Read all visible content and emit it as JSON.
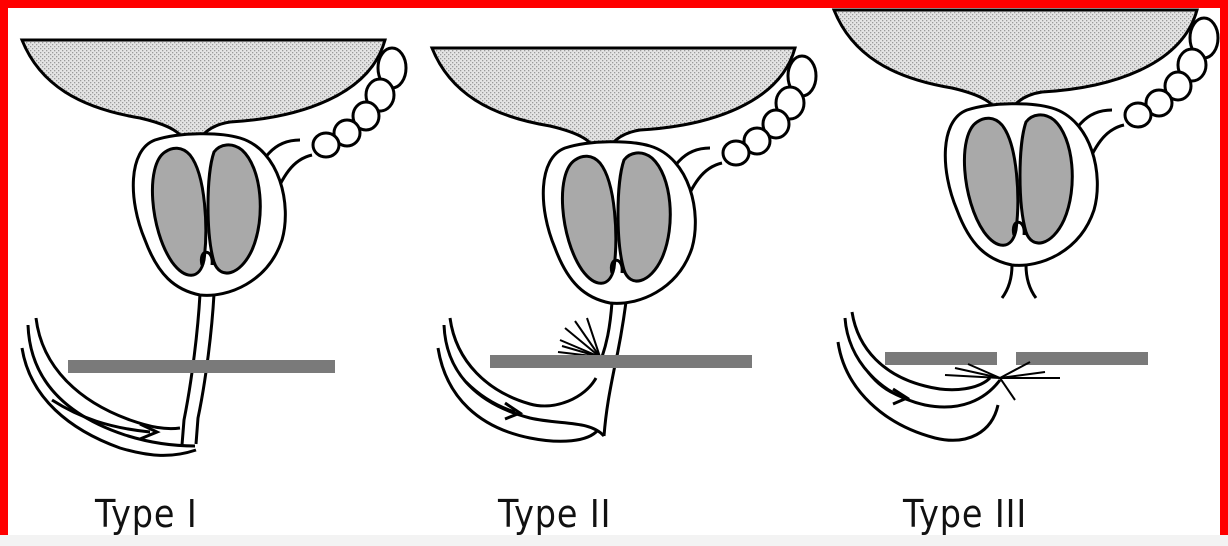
{
  "diagram": {
    "panels": [
      {
        "id": "type-1",
        "label": "Type I"
      },
      {
        "id": "type-2",
        "label": "Type II"
      },
      {
        "id": "type-3",
        "label": "Type III"
      }
    ]
  },
  "colors": {
    "frame": "#ff0000",
    "bladder_fill": "#d6d6d6",
    "prostate_fill": "#a9a9a9",
    "diaphragm": "#7a7a7a",
    "outline": "#000000"
  }
}
